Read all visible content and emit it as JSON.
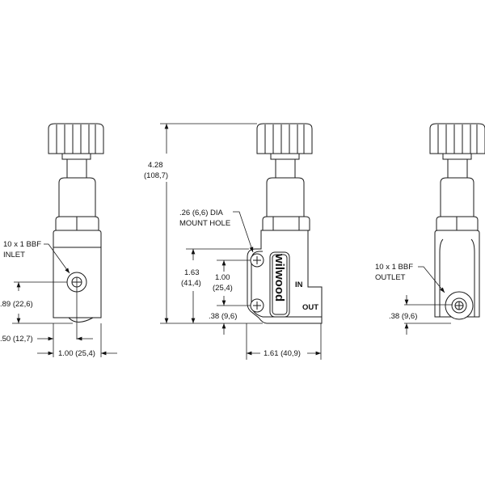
{
  "left_view": {
    "port_label_line1": "10 x 1 BBF",
    "port_label_line2": "INLET",
    "dim_port_height": ".89 (22,6)",
    "dim_port_offset": ".50 (12,7)",
    "dim_width": "1.00 (25,4)"
  },
  "center_view": {
    "dim_total_height_in": "4.28",
    "dim_total_height_mm": "(108,7)",
    "mount_hole_line1": ".26 (6,6) DIA",
    "mount_hole_line2": "MOUNT HOLE",
    "dim_plate_height_in": "1.63",
    "dim_plate_height_mm": "(41,4)",
    "dim_hole_spacing_in": "1.00",
    "dim_hole_spacing_mm": "(25,4)",
    "dim_hole_bottom": ".38 (9,6)",
    "dim_width": "1.61 (40,9)",
    "label_in": "IN",
    "label_out": "OUT",
    "logo": "wilwood"
  },
  "right_view": {
    "port_label_line1": "10 x 1 BBF",
    "port_label_line2": "OUTLET",
    "dim_port_height": ".38 (9,6)"
  }
}
